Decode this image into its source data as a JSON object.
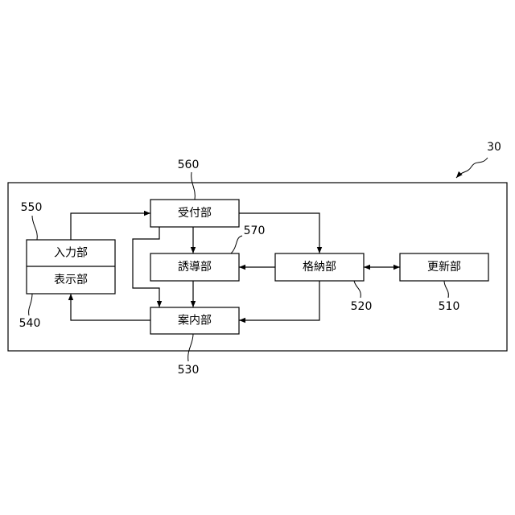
{
  "diagram": {
    "system_ref": "30",
    "blocks": {
      "reception": {
        "label": "受付部",
        "ref": "560"
      },
      "guidance": {
        "label": "誘導部",
        "ref": "570"
      },
      "storage": {
        "label": "格納部",
        "ref": "520"
      },
      "update": {
        "label": "更新部",
        "ref": "510"
      },
      "information": {
        "label": "案内部",
        "ref": "530"
      },
      "input": {
        "label": "入力部",
        "ref": "550"
      },
      "display": {
        "label": "表示部",
        "ref": "540"
      }
    }
  }
}
